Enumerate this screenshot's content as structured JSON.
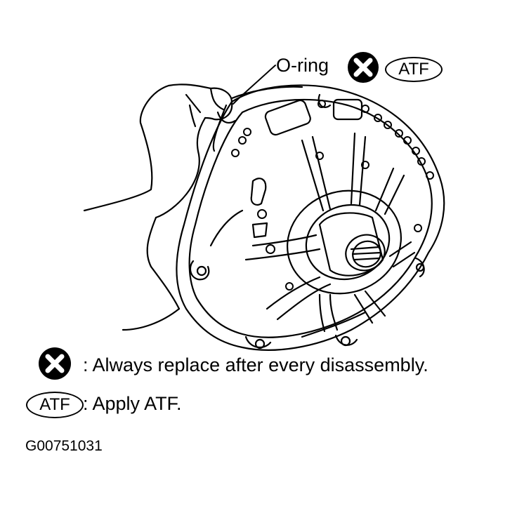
{
  "callout": {
    "part_label": "O-ring",
    "atf_badge": "ATF"
  },
  "legend": {
    "replace_text": ": Always replace after every disassembly.",
    "atf_badge": "ATF",
    "atf_text": ": Apply ATF."
  },
  "figure_id": "G00751031",
  "icons": {
    "replace": "x-mark-circle-icon",
    "apply": "atf-oval-badge"
  },
  "colors": {
    "ink": "#000000",
    "paper": "#ffffff"
  }
}
